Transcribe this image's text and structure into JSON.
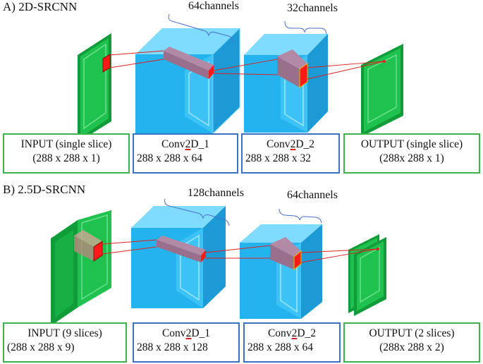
{
  "section_a": {
    "title": "A) 2D-SRCNN",
    "channels_1": "64channels",
    "channels_2": "32channels",
    "boxes": {
      "input": {
        "line1": "INPUT (single slice)",
        "line2": "(288 x 288 x 1)"
      },
      "conv1": {
        "line1_pre": "Conv",
        "line1_mark": "2",
        "line1_post": "D_1",
        "line2": "288 x 288 x 64"
      },
      "conv2": {
        "line1_pre": "Conv",
        "line1_mark": "2",
        "line1_post": "D_2",
        "line2": "288 x 288 x 32"
      },
      "output": {
        "line1": "OUTPUT (single slice)",
        "line2": "(288x 288 x 1)"
      }
    }
  },
  "section_b": {
    "title": "B) 2.5D-SRCNN",
    "channels_1": "128channels",
    "channels_2": "64channels",
    "boxes": {
      "input": {
        "line1": "INPUT (9 slices)",
        "line2": "(288 x 288 x 9)"
      },
      "conv1": {
        "line1_pre": "Conv",
        "line1_mark": "2",
        "line1_post": "D_1",
        "line2": "288 x 288 x 128"
      },
      "conv2": {
        "line1_pre": "Conv",
        "line1_mark": "2",
        "line1_post": "D_2",
        "line2": "288 x 288 x 64"
      },
      "output": {
        "line1": "OUTPUT (2 slices)",
        "line2": "(288x 288 x 2)"
      }
    }
  },
  "colors": {
    "layer_face": "#23b4ef",
    "layer_face_light": "#5fd0ff",
    "layer_side": "#1b9ad6",
    "layer_top": "#7fdcff",
    "slice_green": "#1fc24f",
    "slice_green_dark": "#119c3a",
    "kernel": "#9a6f8c",
    "filter_red": "#ff1a1a",
    "connector_red": "#e02020",
    "brace_blue": "#4a6fcf",
    "box_green": "#3cb44b",
    "box_blue": "#3a72c4"
  }
}
